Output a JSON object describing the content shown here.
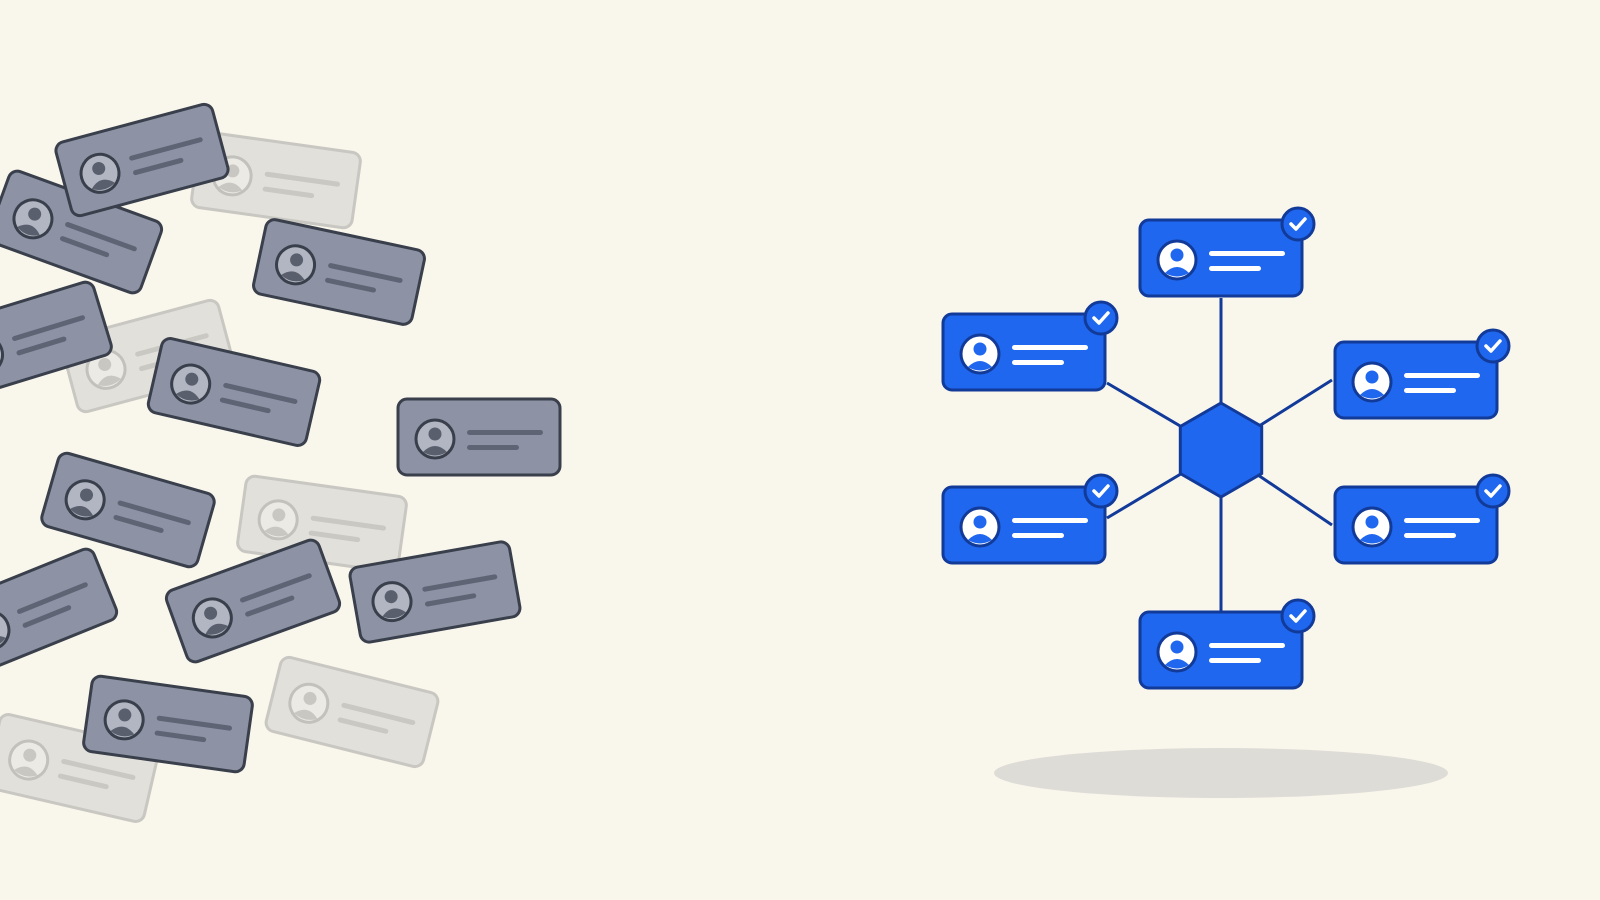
{
  "colors": {
    "background": "#f9f6ec",
    "card_gray": "#8d93a5",
    "card_gray_stroke": "#3a3f4c",
    "card_faded": "#e2e0da",
    "card_faded_stroke": "#c9c7c1",
    "card_blue": "#1f67ee",
    "card_blue_stroke": "#123a99",
    "hub": "#1f67ee",
    "connector": "#123a99",
    "shadow": "#dedcd6",
    "line_light": "#ffffff"
  },
  "icons": {
    "avatar": "user-avatar-icon",
    "verified": "checkmark-badge-icon",
    "hub": "hexagon-hub-icon"
  },
  "scattered_cards": {
    "state": "disorganized",
    "count": 16
  },
  "organized_network": {
    "state": "connected",
    "verified_cards": 6
  }
}
